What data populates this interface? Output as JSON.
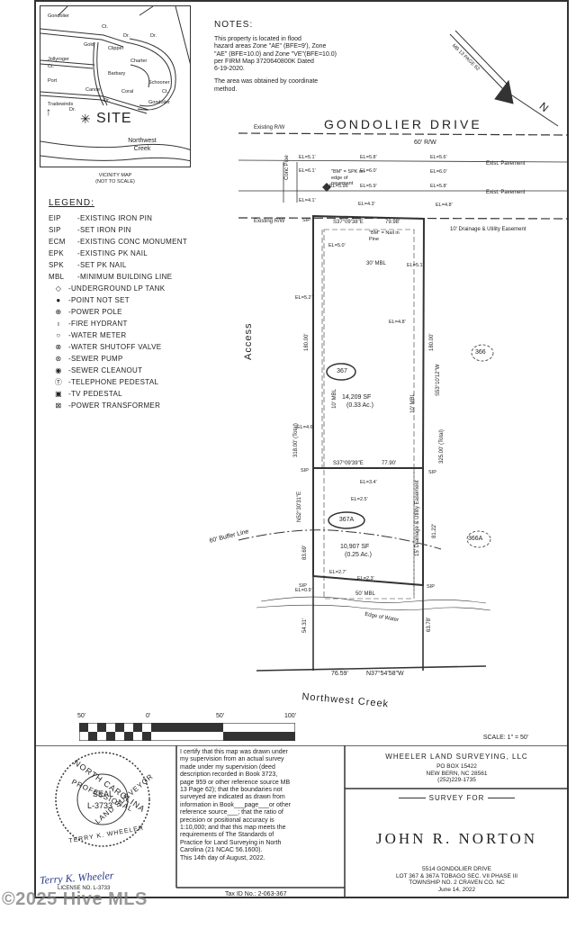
{
  "vicinity": {
    "streets": [
      "Gondolier",
      "Gold",
      "Jollyroger",
      "Port",
      "Tradewinds",
      "Barbary",
      "Clipper",
      "Charter",
      "Canoe",
      "Coral",
      "Schooner",
      "Gondolier"
    ],
    "suffixes": [
      "Ct.",
      "Dr.",
      "Dr.",
      "Ct.",
      "Dr.",
      "Ct.",
      "Dr."
    ],
    "site_label": "SITE",
    "creek": "Northwest Creek",
    "caption": "VICINITY MAP",
    "caption_sub": "(NOT TO SCALE)"
  },
  "notes": {
    "title": "NOTES:",
    "lines": [
      "This property is located in flood",
      "hazard areas Zone \"AE\" (BFE=9'), Zone",
      "\"AE\" (BFE=10.0) and Zone \"VE\"(BFE=10.0)",
      "per FIRM Map 3720640800K Dated",
      "6-19-2020.",
      "",
      "The area was obtained by coordinate",
      "method."
    ]
  },
  "north": {
    "ref": "MB 13  PAGE 62",
    "letter": "N"
  },
  "legend": {
    "title": "LEGEND:",
    "items": [
      {
        "code": "EIP",
        "symbol": "",
        "text": "EXISTING IRON PIN"
      },
      {
        "code": "SIP",
        "symbol": "",
        "text": "SET IRON PIN"
      },
      {
        "code": "ECM",
        "symbol": "",
        "text": "EXISTING CONC MONUMENT"
      },
      {
        "code": "EPK",
        "symbol": "",
        "text": "EXISTING PK NAIL"
      },
      {
        "code": "SPK",
        "symbol": "",
        "text": "SET PK NAIL"
      },
      {
        "code": "MBL",
        "symbol": "",
        "text": "MINIMUM BUILDING LINE"
      },
      {
        "code": "",
        "symbol": "◇",
        "text": "UNDERGROUND LP TANK"
      },
      {
        "code": "",
        "symbol": "●",
        "text": "POINT NOT SET"
      },
      {
        "code": "",
        "symbol": "⊕",
        "text": "POWER POLE"
      },
      {
        "code": "",
        "symbol": "♁",
        "text": "FIRE HYDRANT"
      },
      {
        "code": "",
        "symbol": "○",
        "text": "WATER METER"
      },
      {
        "code": "",
        "symbol": "⊗",
        "text": "WATER SHUTOFF VALVE"
      },
      {
        "code": "",
        "symbol": "⊛",
        "text": "SEWER PUMP"
      },
      {
        "code": "",
        "symbol": "◉",
        "text": "SEWER CLEANOUT"
      },
      {
        "code": "",
        "symbol": "Ⓣ",
        "text": "TELEPHONE PEDESTAL"
      },
      {
        "code": "",
        "symbol": "▣",
        "text": "TV PEDESTAL"
      },
      {
        "code": "",
        "symbol": "⊠",
        "text": "POWER TRANSFORMER"
      }
    ]
  },
  "plat": {
    "street": "GONDOLIER DRIVE",
    "row": "60' R/W",
    "existing_rw": "Existing R/W",
    "exist_pavement": "Exist. Pavement",
    "conc_pipe": "Conc Pipe",
    "bm_top": "\"BM\" = SPK on edge of pavement",
    "bm_lot": "\"BM\" = Nail in Pine",
    "easement_top": "10' Drainage & Utility Easement",
    "mbl_30": "30' MBL",
    "mbl_10": "10' MBL",
    "mbl_50": "50' MBL",
    "access": "Access",
    "lot1": "367",
    "lot1_area": "14,209 SF",
    "lot1_ac": "(0.33 Ac.)",
    "lot2": "367A",
    "lot2_area": "10,907 SF",
    "lot2_ac": "(0.25 Ac.)",
    "neighbor1": "366",
    "neighbor2": "366A",
    "brg_top": "S37°09'38\"E",
    "dist_top": "79.98'",
    "brg_mid": "S37°09'39\"E",
    "dist_mid": "77.90'",
    "brg_bottom": "N37°54'58\"W",
    "dist_bottom": "76.59'",
    "brg_left": "N52°30'31\"E",
    "brg_right": "S53°10'12\"W",
    "d180_left": "180.00'",
    "d180_right": "180.00'",
    "d318": "318.00' (Total)",
    "d325": "325.00' (Total)",
    "d8369": "83.69'",
    "d8122": "81.22'",
    "d5431": "54.31'",
    "d6378": "63.78'",
    "easement_side": "15' Drainage & Utility Easement",
    "buffer": "60' Buffer Line",
    "edge_water": "Edge of Water",
    "creek": "Northwest Creek",
    "elev": [
      "EL=5.1'",
      "EL=5.8'",
      "EL=5.6'",
      "EL=6.1'",
      "EL=6.0'",
      "EL=6.0'",
      "EL=5.96'",
      "EL=5.9'",
      "EL=5.8'",
      "EL=4.1'",
      "EL=4.3'",
      "EL=4.8'",
      "EL=5.0'",
      "EL=5.1'",
      "EL=5.2'",
      "EL=4.8'",
      "EL=4.6'",
      "EL=3.4'",
      "EL=2.5'",
      "EL=2.7'",
      "EL=2.3'",
      "EL=0.9'"
    ],
    "sip": "SIP"
  },
  "scale_bar": {
    "ticks": [
      "50'",
      "0'",
      "50'",
      "100'"
    ],
    "scale": "SCALE: 1\" = 50'"
  },
  "seal": {
    "ring_top": "NORTH CAROLINA",
    "ring_mid": "PROFESSIONAL",
    "ring_bottom": "LAND SURVEYOR",
    "center_seal": "SEAL",
    "center_num": "L-3733",
    "name": "TERRY K. WHEELER",
    "signature": "Terry K. Wheeler",
    "license": "LICENSE NO. L-3733"
  },
  "certification": [
    "I certify that this map was drawn under",
    "my supervision from an actual survey",
    "made under my supervision (deed",
    "description recorded in Book 3723,",
    "page 959 or other reference source MB",
    "13 Page 62); that the boundaries not",
    "surveyed are indicated as drawn from",
    "information in Book___page___or other",
    "reference source___; that the ratio of",
    "precision or positional accuracy is",
    "1:10,000; and that this map meets the",
    "requirements of The Standards of",
    "Practice for Land Surveying in North",
    "Carolina (21 NCAC 56.1600).",
    "This 14th day of August, 2022."
  ],
  "tax_id": "Tax ID No.: 2-063-367",
  "company": {
    "name": "WHEELER LAND SURVEYING, LLC",
    "box": "PO BOX 15422",
    "city": "NEW BERN, NC 28561",
    "phone": "(252)229-1735"
  },
  "survey_for": "SURVEY FOR",
  "client": "JOHN R. NORTON",
  "address": [
    "5514    GONDOLIER DRIVE",
    "LOT 367 & 367A   TOBAGO   SEC. VII  PHASE III",
    "TOWNSHIP NO. 2    CRAVEN CO.     NC",
    "June 14, 2022"
  ],
  "watermark": "©2025 Hive MLS"
}
